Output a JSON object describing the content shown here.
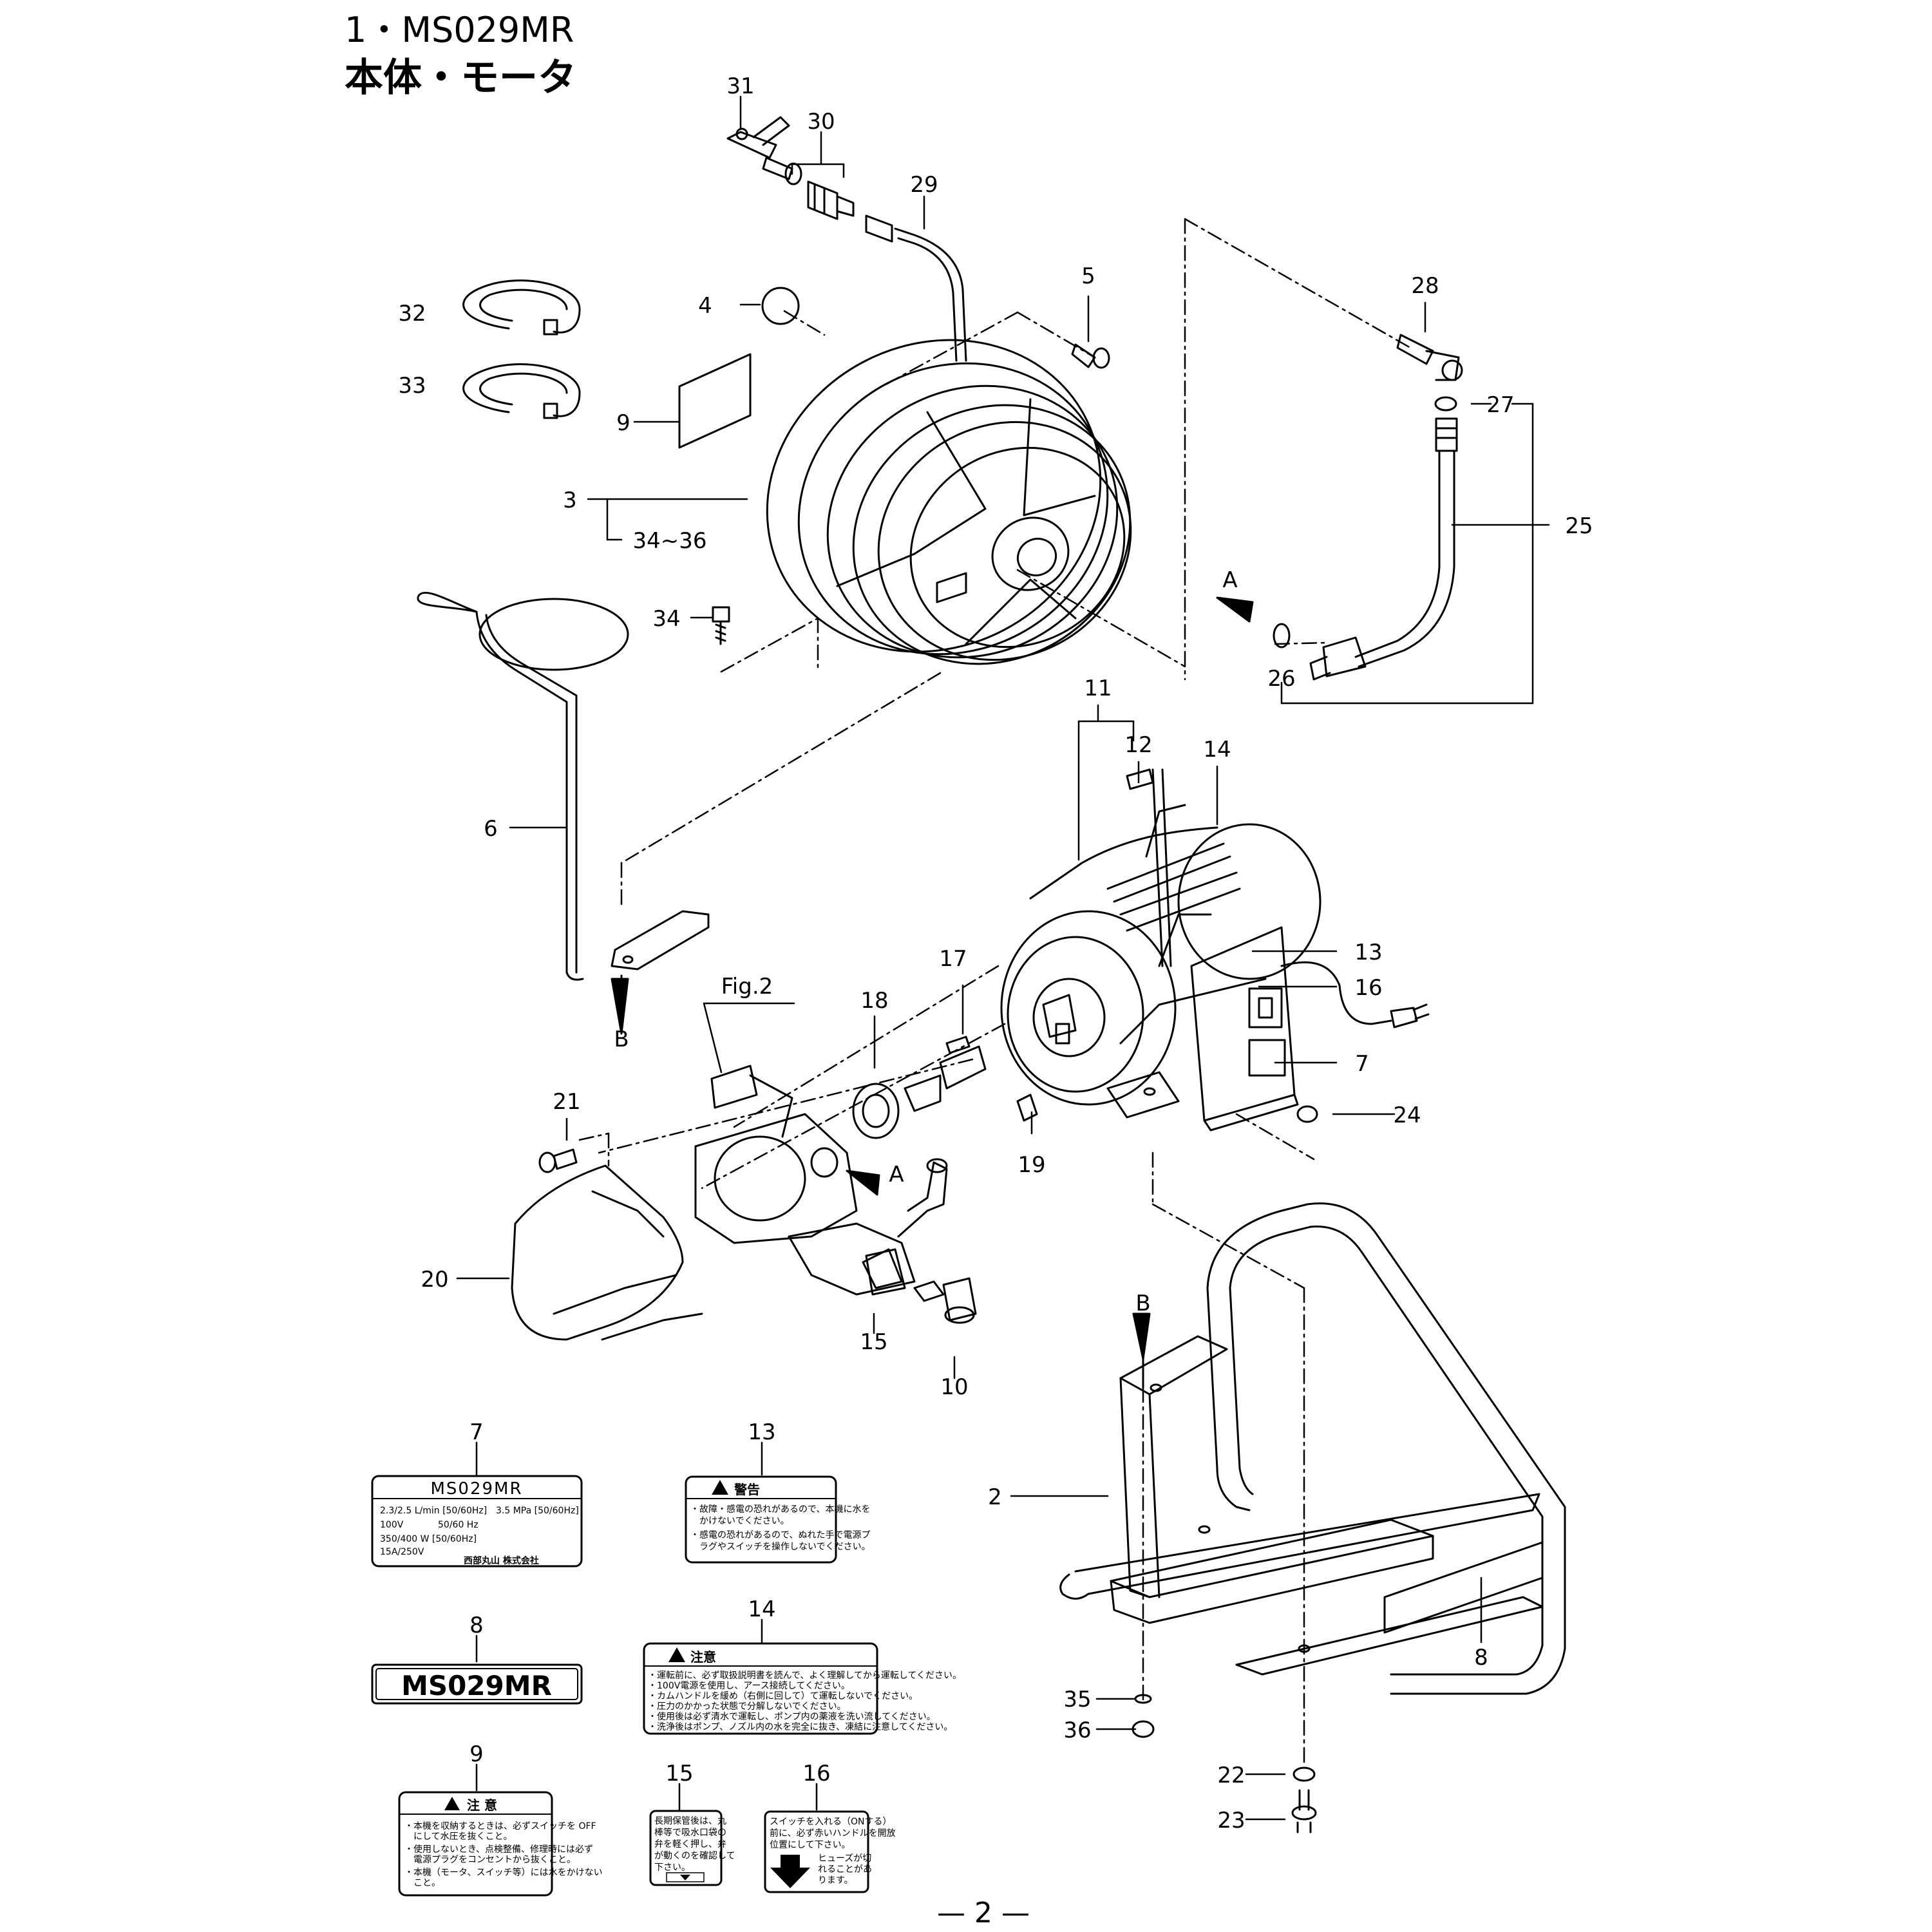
{
  "title": {
    "model_line": "1・MS029MR",
    "section": "本体・モータ"
  },
  "page_number": "— 2 —",
  "callouts": [
    {
      "id": "n31",
      "text": "31"
    },
    {
      "id": "n30",
      "text": "30"
    },
    {
      "id": "n29",
      "text": "29"
    },
    {
      "id": "n32",
      "text": "32"
    },
    {
      "id": "n33",
      "text": "33"
    },
    {
      "id": "n4",
      "text": "4"
    },
    {
      "id": "n5",
      "text": "5"
    },
    {
      "id": "n28",
      "text": "28"
    },
    {
      "id": "n27",
      "text": "27"
    },
    {
      "id": "n9",
      "text": "9"
    },
    {
      "id": "n3",
      "text": "3"
    },
    {
      "id": "n34_36",
      "text": "34~36"
    },
    {
      "id": "n25",
      "text": "25"
    },
    {
      "id": "nA1",
      "text": "A"
    },
    {
      "id": "n34",
      "text": "34"
    },
    {
      "id": "n26",
      "text": "26"
    },
    {
      "id": "n11",
      "text": "11"
    },
    {
      "id": "n12",
      "text": "12"
    },
    {
      "id": "n14",
      "text": "14"
    },
    {
      "id": "n6",
      "text": "6"
    },
    {
      "id": "n13",
      "text": "13"
    },
    {
      "id": "n16",
      "text": "16"
    },
    {
      "id": "nfig2",
      "text": "Fig.2"
    },
    {
      "id": "n18",
      "text": "18"
    },
    {
      "id": "n17",
      "text": "17"
    },
    {
      "id": "nB1",
      "text": "B"
    },
    {
      "id": "n7",
      "text": "7"
    },
    {
      "id": "n21",
      "text": "21"
    },
    {
      "id": "n19",
      "text": "19"
    },
    {
      "id": "n24",
      "text": "24"
    },
    {
      "id": "nA2",
      "text": "A"
    },
    {
      "id": "n20",
      "text": "20"
    },
    {
      "id": "nB2",
      "text": "B"
    },
    {
      "id": "n15",
      "text": "15"
    },
    {
      "id": "n10",
      "text": "10"
    },
    {
      "id": "n2",
      "text": "2"
    },
    {
      "id": "n8",
      "text": "8"
    },
    {
      "id": "n35",
      "text": "35"
    },
    {
      "id": "n36",
      "text": "36"
    },
    {
      "id": "n22",
      "text": "22"
    },
    {
      "id": "n23",
      "text": "23"
    },
    {
      "id": "l7",
      "text": "7"
    },
    {
      "id": "l13",
      "text": "13"
    },
    {
      "id": "l8",
      "text": "8"
    },
    {
      "id": "l14",
      "text": "14"
    },
    {
      "id": "l9",
      "text": "9"
    },
    {
      "id": "l15",
      "text": "15"
    },
    {
      "id": "l16",
      "text": "16"
    }
  ],
  "labels": {
    "label7": {
      "model": "MS029MR",
      "rows": [
        "2.3/2.5 L/min [50/60Hz]",
        "3.5 MPa [50/60Hz]",
        "100V",
        "50/60 Hz",
        "350/400 W [50/60Hz]",
        "15A/250V"
      ],
      "maker": "西部丸山 株式会社"
    },
    "label8": {
      "text": "MS029MR"
    },
    "label13": {
      "heading": "警告",
      "lines": [
        "・故障・感電の恐れがあるので、本機に水を",
        "　かけないでください。",
        "・感電の恐れがあるので、ぬれた手で電源プ",
        "　ラグやスイッチを操作しないでください。"
      ]
    },
    "label14": {
      "heading": "注意",
      "lines": [
        "・運転前に、必ず取扱説明書を読んで、よく理解してから運転してください。",
        "・100V電源を使用し、アース接続してください。",
        "・カムハンドルを緩め（右側に回して）て運転しないでください。",
        "・圧力のかかった状態で分解しないでください。",
        "・使用後は必ず清水で運転し、ポンプ内の薬液を洗い流してください。",
        "・洗浄後はポンプ、ノズル内の水を完全に抜き、凍結に注意してください。"
      ]
    },
    "label9": {
      "heading": "注 意",
      "lines": [
        "・本機を収納するときは、必ずスイッチを OFF",
        "　にして水圧を抜くこと。",
        "・使用しないとき、点検整備、修理時には必ず",
        "　電源プラグをコンセントから抜くこと。",
        "・本機（モータ、スイッチ等）には水をかけない",
        "　こと。"
      ]
    },
    "label15": {
      "lines": [
        "長期保管後は、丸",
        "棒等で吸水口袋の",
        "弁を軽く押し、弁",
        "が動くのを確認して",
        "下さい。"
      ]
    },
    "label16": {
      "lines": [
        "スイッチを入れる（ONする）",
        "前に、必ず赤いハンドルを開放",
        "位置にして下さい。",
        "ヒューズが切",
        "れることがあ",
        "ります。"
      ]
    }
  }
}
